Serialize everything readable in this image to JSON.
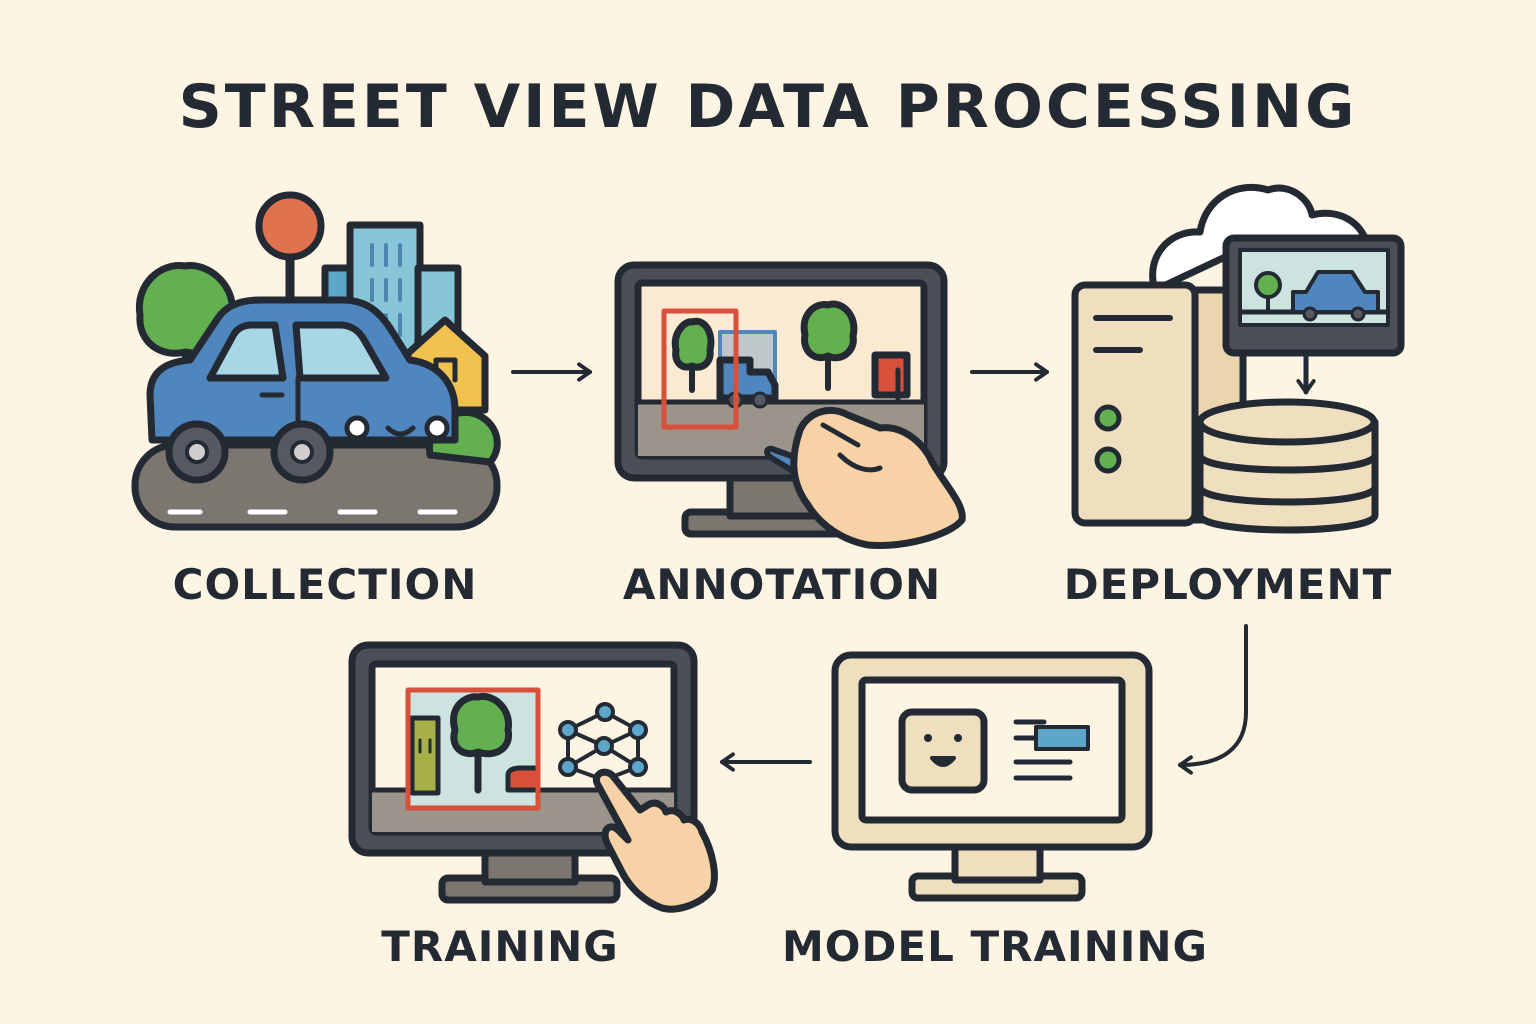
{
  "title": "STREET VIEW DATA PROCESSING",
  "stages": {
    "collection": "COLLECTION",
    "annotation": "ANNOTATION",
    "deployment": "DEPLOYMENT",
    "training": "TRAINING",
    "model_training": "MODEL TRAINING"
  },
  "colors": {
    "background": "#FDF4E3",
    "outline": "#232A33",
    "car_blue": "#4F86BE",
    "tree_green": "#62B04F",
    "bbox_red": "#D9503A",
    "screen_frame": "#4B4F57",
    "beige_device": "#F0DFBF",
    "skin": "#F7D2A6"
  },
  "icons": [
    "car-icon",
    "city-icon",
    "tree-icon",
    "house-icon",
    "pin-icon",
    "monitor-icon",
    "hand-pen-icon",
    "server-icon",
    "database-icon",
    "cloud-icon",
    "neural-network-icon",
    "pointing-hand-icon",
    "robot-face-icon",
    "arrow-icon"
  ]
}
